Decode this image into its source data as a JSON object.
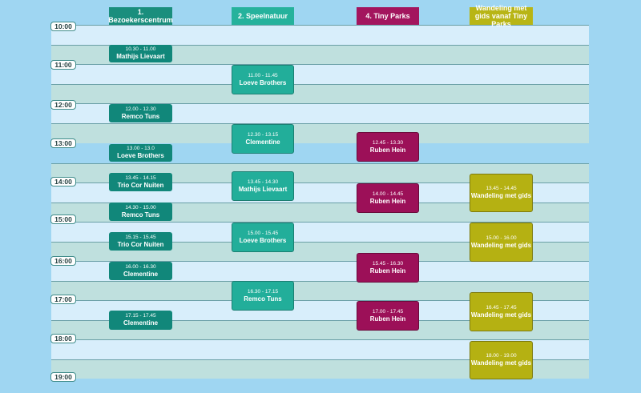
{
  "columns": [
    {
      "label": "1. Bezoekerscentrum"
    },
    {
      "label": "2. Speelnatuur"
    },
    {
      "label": "4. Tiny Parks"
    },
    {
      "label": "Wandeling met gids vanaf Tiny Parks"
    }
  ],
  "times": [
    "10:00",
    "11:00",
    "12:00",
    "13:00",
    "14:00",
    "15:00",
    "16:00",
    "17:00",
    "18:00",
    "19:00"
  ],
  "events": {
    "col1": [
      {
        "time": "10.30 - 11.00",
        "name": "Mathijs Lievaart"
      },
      {
        "time": "12.00 - 12.30",
        "name": "Remco Tuns"
      },
      {
        "time": "13.00 - 13.0",
        "name": "Loeve Brothers"
      },
      {
        "time": "13.45 - 14.15",
        "name": "Trio Cor Nuiten"
      },
      {
        "time": "14.30 - 15.00",
        "name": "Remco Tuns"
      },
      {
        "time": "15.15 - 15.45",
        "name": "Trio Cor Nuiten"
      },
      {
        "time": "16.00 - 16.30",
        "name": "Clementine"
      },
      {
        "time": "17.15 - 17.45",
        "name": "Clementine"
      }
    ],
    "col2": [
      {
        "time": "11.00 - 11.45",
        "name": "Loeve Brothers"
      },
      {
        "time": "12.30 - 13.15",
        "name": "Clementine"
      },
      {
        "time": "13.45 - 14.30",
        "name": "Mathijs Lievaart"
      },
      {
        "time": "15.00 - 15.45",
        "name": "Loeve Brothers"
      },
      {
        "time": "16.30 - 17.15",
        "name": "Remco Tuns"
      }
    ],
    "col3": [
      {
        "time": "12.45 - 13.30",
        "name": "Ruben Hein"
      },
      {
        "time": "14.00 - 14.45",
        "name": "Ruben Hein"
      },
      {
        "time": "15.45 - 16.30",
        "name": "Ruben Hein"
      },
      {
        "time": "17.00 - 17.45",
        "name": "Ruben Hein"
      }
    ],
    "col4": [
      {
        "time": "13.45 - 14.45",
        "name": "Wandeling met gids"
      },
      {
        "time": "15.00 - 16.00",
        "name": "Wandeling met gids"
      },
      {
        "time": "16.45 - 17.45",
        "name": "Wandeling met gids"
      },
      {
        "time": "18.00 - 19.00",
        "name": "Wandeling met gids"
      }
    ]
  }
}
